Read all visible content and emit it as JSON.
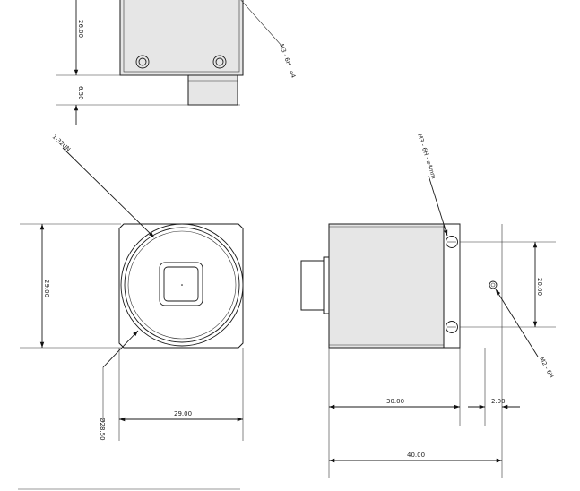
{
  "top_view": {
    "dim_height": "26.00",
    "dim_base": "6.50",
    "callout_thread": "M3 - 6H - ⌀4"
  },
  "front_view": {
    "dim_height": "29.00",
    "dim_width": "29.00",
    "dim_diameter": "Ø28.50",
    "callout_mount": "1-32UN"
  },
  "side_view": {
    "dim_height": "20.00",
    "dim_width_body": "30.00",
    "dim_offset": "2.00",
    "dim_width_total": "40.00",
    "callout_thread_upper": "M3 - 6H - ⌀4mm",
    "callout_thread_lower": "M2 - 6H"
  }
}
